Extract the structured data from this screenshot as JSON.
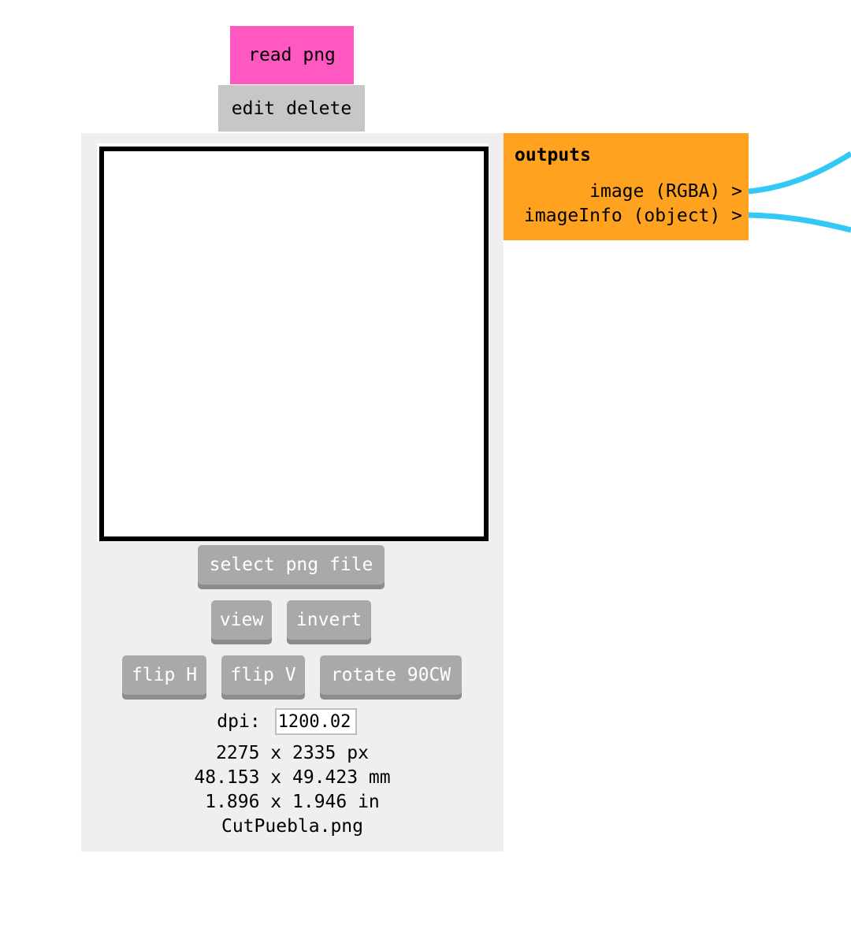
{
  "module": {
    "title": "read png",
    "edit_label": "edit",
    "delete_label": "delete"
  },
  "buttons": {
    "select_file": "select png file",
    "view": "view",
    "invert": "invert",
    "flip_h": "flip H",
    "flip_v": "flip V",
    "rotate": "rotate 90CW"
  },
  "dpi": {
    "label": "dpi:",
    "value": "1200.02"
  },
  "info": {
    "pixels": "2275 x 2335 px",
    "mm": "48.153 x 49.423 mm",
    "inches": "1.896 x 1.946 in",
    "filename": "CutPuebla.png"
  },
  "outputs": {
    "header": "outputs",
    "ports": [
      {
        "label": "image (RGBA) >"
      },
      {
        "label": "imageInfo (object) >"
      }
    ]
  },
  "colors": {
    "title_bg": "#ff59c1",
    "outputs_bg": "#ffa21f",
    "wire": "#33c8f5",
    "button_bg": "#a9a9a9"
  }
}
